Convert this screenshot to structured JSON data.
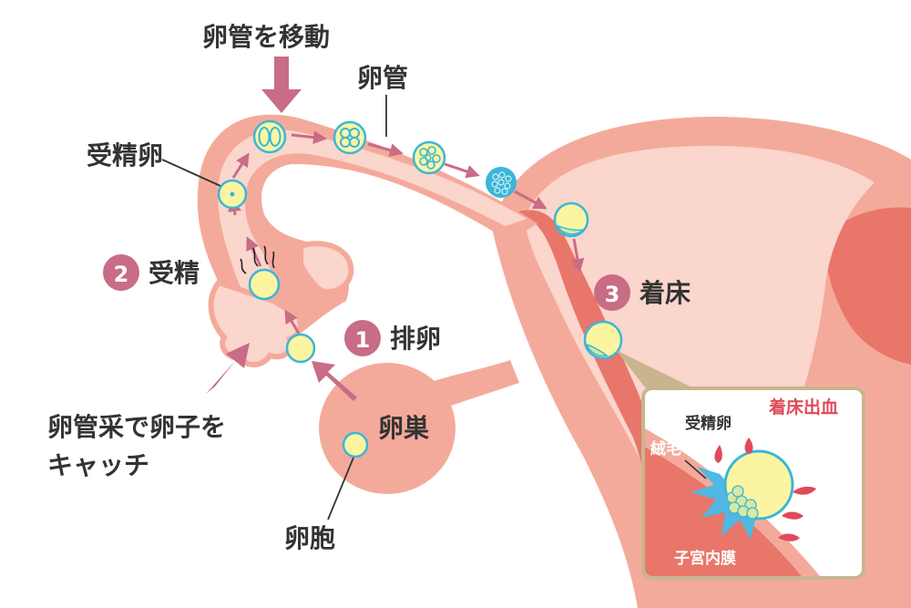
{
  "labels": {
    "move": "卵管を移動",
    "tube": "卵管",
    "fertilized_egg": "受精卵",
    "step2_num": "2",
    "step2": "受精",
    "step3_num": "3",
    "step3": "着床",
    "step1_num": "1",
    "step1": "排卵",
    "catch_line1": "卵管采で卵子を",
    "catch_line2": "キャッチ",
    "ovary": "卵巣",
    "follicle": "卵胞"
  },
  "inset": {
    "title": "着床出血",
    "fertilized_egg": "受精卵",
    "villi": "絨毛",
    "endometrium": "子宮内膜"
  },
  "colors": {
    "uterus_outer": "#f4aa9b",
    "uterus_inner": "#fad6cc",
    "wall": "#e9766a",
    "badge": "#c96c86",
    "arrow": "#c96c86",
    "egg_fill": "#fbf5a2",
    "egg_stroke": "#3bb6d8",
    "inset_border": "#c8b58d",
    "blood": "#e04a5a",
    "villi": "#4fb8e3"
  }
}
